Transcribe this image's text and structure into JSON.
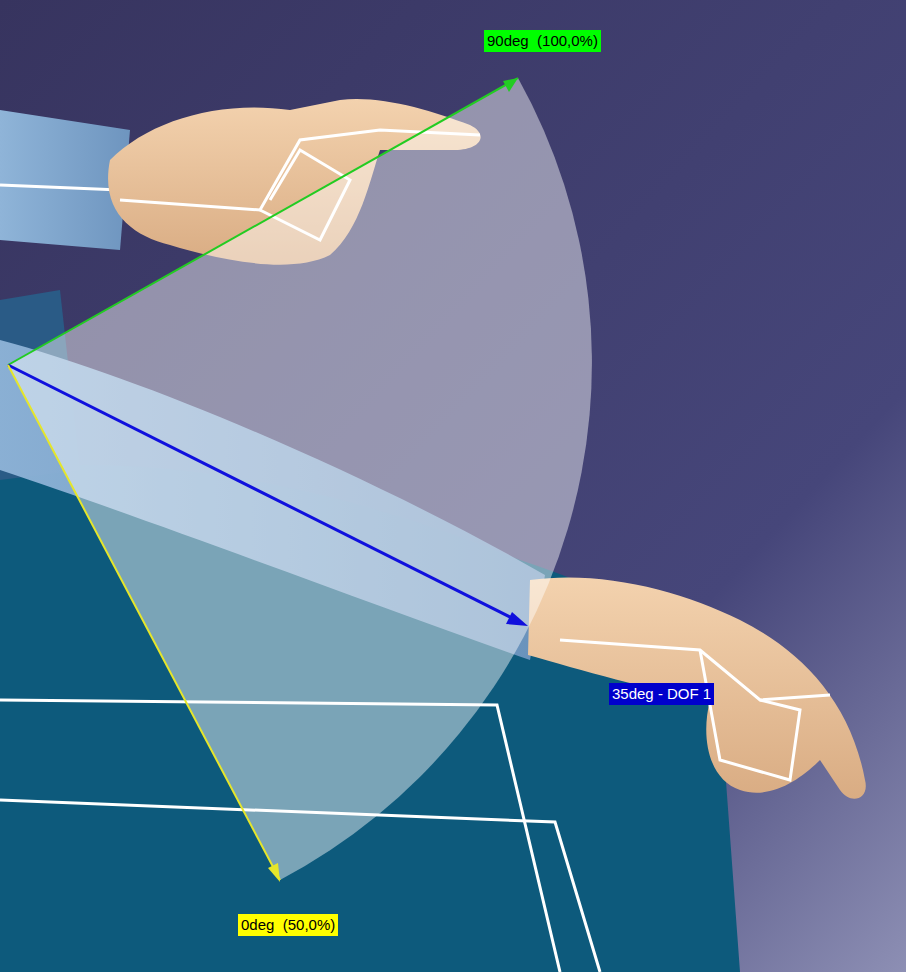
{
  "diagram": {
    "labels": [
      "90deg  (100,0%)",
      "35deg - DOF 1",
      "0deg  (50,0%)"
    ]
  }
}
